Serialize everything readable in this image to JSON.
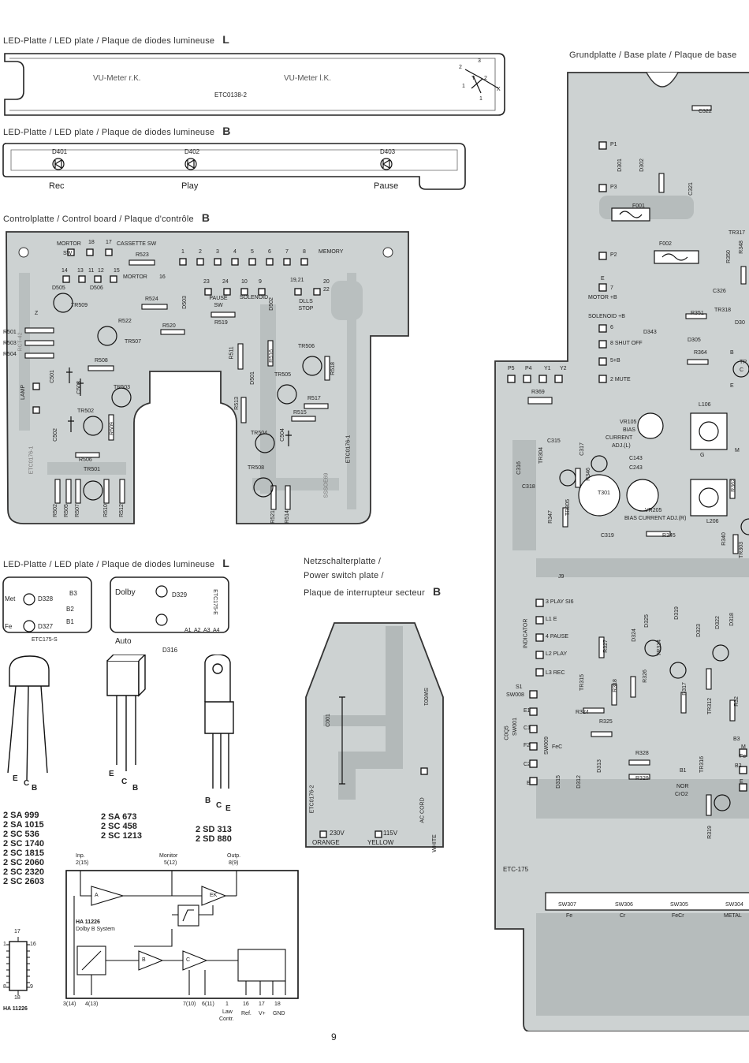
{
  "headers": {
    "led_plate_l_top": "LED-Platte / LED plate / Plaque de diodes lumineuse",
    "led_plate_l_top_letter": "L",
    "led_plate_b": "LED-Platte / LED plate / Plaque de diodes lumineuse",
    "led_plate_b_letter": "B",
    "control_board": "Controlplatte / Control board / Plaque d'contrôle",
    "control_board_letter": "B",
    "led_plate_l_bottom": "LED-Platte / LED plate / Plaque de diodes lumineuse",
    "led_plate_l_bottom_letter": "L",
    "power_switch_1": "Netzschalterplatte /",
    "power_switch_2": "Power switch plate /",
    "power_switch_3": "Plaque de interrupteur secteur",
    "power_switch_letter": "B",
    "base_plate": "Grundplatte / Base plate / Plaque de base"
  },
  "vu_plate": {
    "label_r": "VU-Meter r.K.",
    "label_l": "VU-Meter l.K.",
    "code": "ETC0138-2",
    "pins": [
      "2",
      "3",
      "1",
      "Y",
      "2",
      "1",
      "X"
    ]
  },
  "led_b_plate": {
    "diodes": [
      "D401",
      "D402",
      "D403"
    ],
    "captions": [
      "Rec",
      "Play",
      "Pause"
    ]
  },
  "control_board": {
    "top_labels": [
      "MORTOR",
      "18",
      "17",
      "CASSETTE SW",
      "SW",
      "R523",
      "1",
      "2",
      "3",
      "4",
      "5",
      "6",
      "7",
      "8",
      "MEMORY"
    ],
    "row2": [
      "14",
      "13",
      "11",
      "12",
      "15",
      "MORTOR",
      "16",
      "23",
      "24",
      "10",
      "9",
      "19,21",
      "20",
      "22"
    ],
    "switch_labels": [
      "PAUSE SW",
      "SOLENOID",
      "DLLS STOP"
    ],
    "components": [
      "D505",
      "D506",
      "TR509",
      "R522",
      "R524",
      "D503",
      "R520",
      "R519",
      "D502",
      "R501",
      "R503",
      "R504",
      "TR507",
      "R508",
      "R511",
      "D501",
      "R516",
      "TR506",
      "R518",
      "C501",
      "C503",
      "TR503",
      "R513",
      "TR505",
      "R517",
      "R515",
      "C502",
      "TR502",
      "R509",
      "TR504",
      "C504",
      "R506",
      "TR501",
      "TR508",
      "R502",
      "R505",
      "R507",
      "R510",
      "R512",
      "R521",
      "R514",
      "Z",
      "LAMP"
    ],
    "codes": [
      "ETC0176-1",
      "ETC0176-1",
      "SSSOE69",
      "RCT-42"
    ]
  },
  "led_l_small": {
    "left": [
      "Met",
      "D328",
      "B3",
      "B2",
      "B1",
      "Fe",
      "D327",
      "ETC175-S"
    ],
    "right": [
      "Dolby",
      "D329",
      "ETC175-E",
      "Auto",
      "D316",
      "A1",
      "A2",
      "A3",
      "A4"
    ]
  },
  "power_switch": {
    "labels": [
      "C001",
      "SW001",
      "ETC0176-2",
      "AC CORD",
      "WHITE",
      "230V",
      "ORANGE",
      "115V",
      "YELLOW"
    ]
  },
  "transistors": {
    "small": {
      "pins": [
        "E",
        "C",
        "B"
      ],
      "types": [
        "2 SA 999",
        "2 SA 1015",
        "2 SC 536",
        "2 SC 1740",
        "2 SC 1815",
        "2 SC 2060",
        "2 SC 2320",
        "2 SC 2603"
      ]
    },
    "medium": {
      "pins": [
        "E",
        "C",
        "B"
      ],
      "types": [
        "2 SA 673",
        "2 SC 458",
        "2 SC 1213"
      ]
    },
    "power": {
      "pins": [
        "B",
        "C",
        "E"
      ],
      "types": [
        "2 SD 313",
        "2 SD 880"
      ]
    }
  },
  "ic": {
    "name": "HA 11226",
    "pin_top": "17",
    "pin_left_top": "1",
    "pin_right_top": "16",
    "pin_left_bottom": "8",
    "pin_right_bottom": "9",
    "pin_bottom": "18",
    "block_title": "HA 11226",
    "block_subtitle": "Dolby B System",
    "inp": "Inp.",
    "inp_pin": "2(15)",
    "monitor": "Monitor",
    "monitor_pin": "5(12)",
    "outp": "Outp.",
    "outp_pin": "8(9)",
    "blocks": [
      "A",
      "EK",
      "B",
      "C"
    ],
    "bottom_pins": [
      "3(14)",
      "4(13)",
      "7(10)",
      "6(11)",
      "1",
      "16",
      "17",
      "18"
    ],
    "bottom_labels": [
      "Law",
      "Contr.",
      "Ref.",
      "V+",
      "GND"
    ]
  },
  "base_plate": {
    "top": [
      "C322",
      "P1",
      "D301",
      "D302",
      "C321",
      "P3",
      "F001",
      "F002",
      "P2",
      "TR317",
      "R350",
      "R348"
    ],
    "power": [
      "E",
      "7",
      "MOTOR +B",
      "C326",
      "TR318",
      "R351",
      "D30",
      "SOLENOID +B",
      "6",
      "D343",
      "8 SHUT OFF",
      "D305",
      "R364",
      "5+B",
      "TR",
      "2 MUTE",
      "C",
      "B",
      "E"
    ],
    "conn": [
      "P5",
      "P4",
      "Y1",
      "Y2",
      "R369"
    ],
    "bias": [
      "VR105",
      "BIAS",
      "CURRENT",
      "ADJ.(L)",
      "L106",
      "C315",
      "C317",
      "TR304",
      "C316",
      "C318",
      "R346",
      "C143",
      "C243",
      "T301",
      "VR205",
      "BIAS CURRENT ADJ.(R)",
      "L206",
      "R347",
      "TR305",
      "C319",
      "R345",
      "R362",
      "R340",
      "TR303",
      "G",
      "M"
    ],
    "switches": [
      "J9",
      "3 PLAY SI6",
      "L1 E",
      "4 PAUSE",
      "L2 PLAY",
      "L3 REC",
      "INDICATOR",
      "S1",
      "SW008",
      "E1",
      "C0Q5",
      "SW001",
      "C1",
      "F2",
      "SW009",
      "FeC",
      "C2",
      "E"
    ],
    "diodes": [
      "R327",
      "D324",
      "D325",
      "D319",
      "D323",
      "D322",
      "D318",
      "TR314",
      "TR315",
      "R326",
      "R318",
      "R317",
      "TR312",
      "R324",
      "R325",
      "R328",
      "R329",
      "D315",
      "D312",
      "D313",
      "B1",
      "NOR",
      "CrO2",
      "TR316",
      "R319",
      "B3",
      "B2",
      "M",
      "Fe",
      "E",
      "R32"
    ],
    "code": "ETC-175",
    "bottom_sw": [
      "SW307",
      "SW306",
      "SW305",
      "SW304"
    ],
    "bottom_sw_labels": [
      "Fe",
      "Cr",
      "FeCr",
      "METAL"
    ]
  },
  "page_number": "9"
}
